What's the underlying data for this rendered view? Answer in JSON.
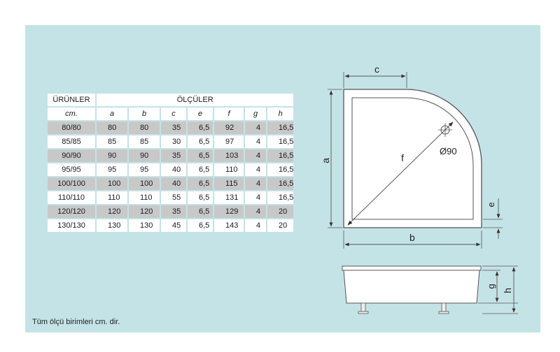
{
  "table": {
    "products_header": "ÜRÜNLER",
    "dimensions_header": "ÖLÇÜLER",
    "unit": "cm.",
    "columns": [
      "a",
      "b",
      "c",
      "e",
      "f",
      "g",
      "h"
    ],
    "rows": [
      {
        "product": "80/80",
        "a": "80",
        "b": "80",
        "c": "35",
        "e": "6,5",
        "f": "92",
        "g": "4",
        "h": "16,5"
      },
      {
        "product": "85/85",
        "a": "85",
        "b": "85",
        "c": "30",
        "e": "6,5",
        "f": "97",
        "g": "4",
        "h": "16,5"
      },
      {
        "product": "90/90",
        "a": "90",
        "b": "90",
        "c": "35",
        "e": "6,5",
        "f": "103",
        "g": "4",
        "h": "16,5"
      },
      {
        "product": "95/95",
        "a": "95",
        "b": "95",
        "c": "40",
        "e": "6,5",
        "f": "110",
        "g": "4",
        "h": "16,5"
      },
      {
        "product": "100/100",
        "a": "100",
        "b": "100",
        "c": "40",
        "e": "6,5",
        "f": "115",
        "g": "4",
        "h": "16,5"
      },
      {
        "product": "110/110",
        "a": "110",
        "b": "110",
        "c": "55",
        "e": "6,5",
        "f": "131",
        "g": "4",
        "h": "16,5"
      },
      {
        "product": "120/120",
        "a": "120",
        "b": "120",
        "c": "35",
        "e": "6,5",
        "f": "129",
        "g": "4",
        "h": "20"
      },
      {
        "product": "130/130",
        "a": "130",
        "b": "130",
        "c": "45",
        "e": "6,5",
        "f": "143",
        "g": "4",
        "h": "20"
      }
    ]
  },
  "drawing": {
    "top_view": {
      "label_a": "a",
      "label_b": "b",
      "label_c": "c",
      "label_e": "e",
      "label_f": "f",
      "drain_label": "Ø90"
    },
    "side_view": {
      "label_g": "g",
      "label_h": "h"
    }
  },
  "note": "Tüm ölçü birimleri cm. dir."
}
